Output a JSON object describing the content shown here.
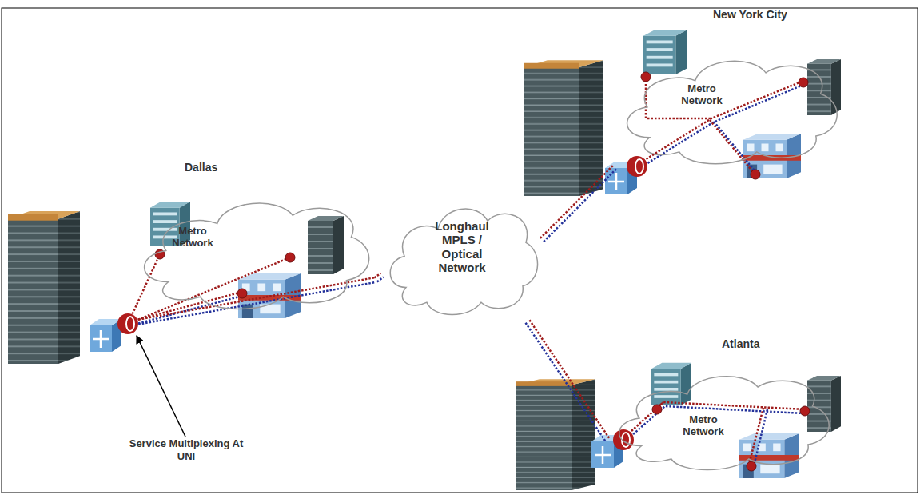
{
  "diagram": {
    "nodes": [
      {
        "text": [
          "Dallas",
          "Metro Network"
        ]
      },
      {
        "text": [
          "Longhaul MPLS / Optical Network"
        ]
      },
      {
        "text": [
          "New York City",
          "Metro Network"
        ]
      },
      {
        "text": [
          "Atlanta",
          "Metro Network"
        ]
      }
    ],
    "edges": [
      {
        "from": 0,
        "to": 1,
        "arrow": "none"
      },
      {
        "from": 1,
        "to": 2,
        "arrow": "none"
      },
      {
        "from": 1,
        "to": 3,
        "arrow": "none"
      }
    ],
    "labels": [
      "Service Multiplexing At UNI"
    ]
  }
}
